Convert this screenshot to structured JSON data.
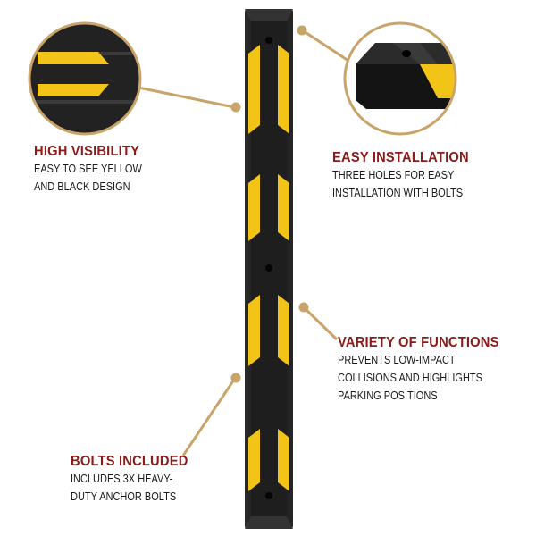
{
  "features": [
    {
      "title": "HIGH VISIBILITY",
      "lines": [
        "EASY TO SEE YELLOW",
        "AND BLACK DESIGN"
      ]
    },
    {
      "title": "EASY INSTALLATION",
      "lines": [
        "THREE HOLES FOR EASY",
        "INSTALLATION WITH BOLTS"
      ]
    },
    {
      "title": "VARIETY OF FUNCTIONS",
      "lines": [
        "PREVENTS LOW-IMPACT",
        "COLLISIONS AND HIGHLIGHTS",
        "PARKING POSITIONS"
      ]
    },
    {
      "title": "BOLTS INCLUDED",
      "lines": [
        "INCLUDES 3X HEAVY-",
        "DUTY ANCHOR BOLTS"
      ]
    }
  ],
  "colors": {
    "title": "#8b1a1a",
    "rubber": "#1c1c1c",
    "reflector": "#f2c418",
    "callout": "#c9a46a"
  },
  "icons": [
    "parking-stop-product",
    "hole-closeup",
    "reflector-closeup"
  ]
}
